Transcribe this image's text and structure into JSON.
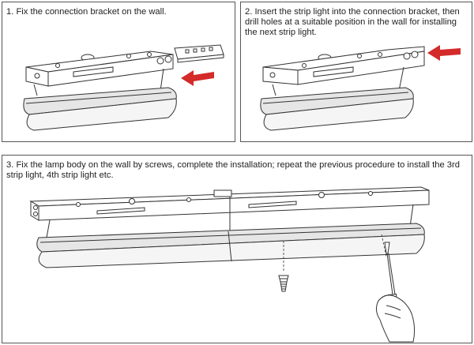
{
  "steps": [
    {
      "text": "1. Fix the connection bracket on the wall."
    },
    {
      "text": "2. Insert the strip light into the connection bracket, then drill holes  at a suitable position in the wall for installing the next strip light."
    },
    {
      "text": "3. Fix the lamp body on the wall by screws, complete the installation; repeat the previous procedure to install the 3rd strip light, 4th strip light etc."
    }
  ],
  "colors": {
    "arrow": "#d42a2a",
    "line": "#333333",
    "panel_border": "#555555",
    "lamp_shade": "#e6e6e6"
  },
  "icons": [
    "connection-bracket-icon",
    "strip-light-icon",
    "red-arrow-icon",
    "screw-icon",
    "screwdriver-icon",
    "hand-icon"
  ]
}
